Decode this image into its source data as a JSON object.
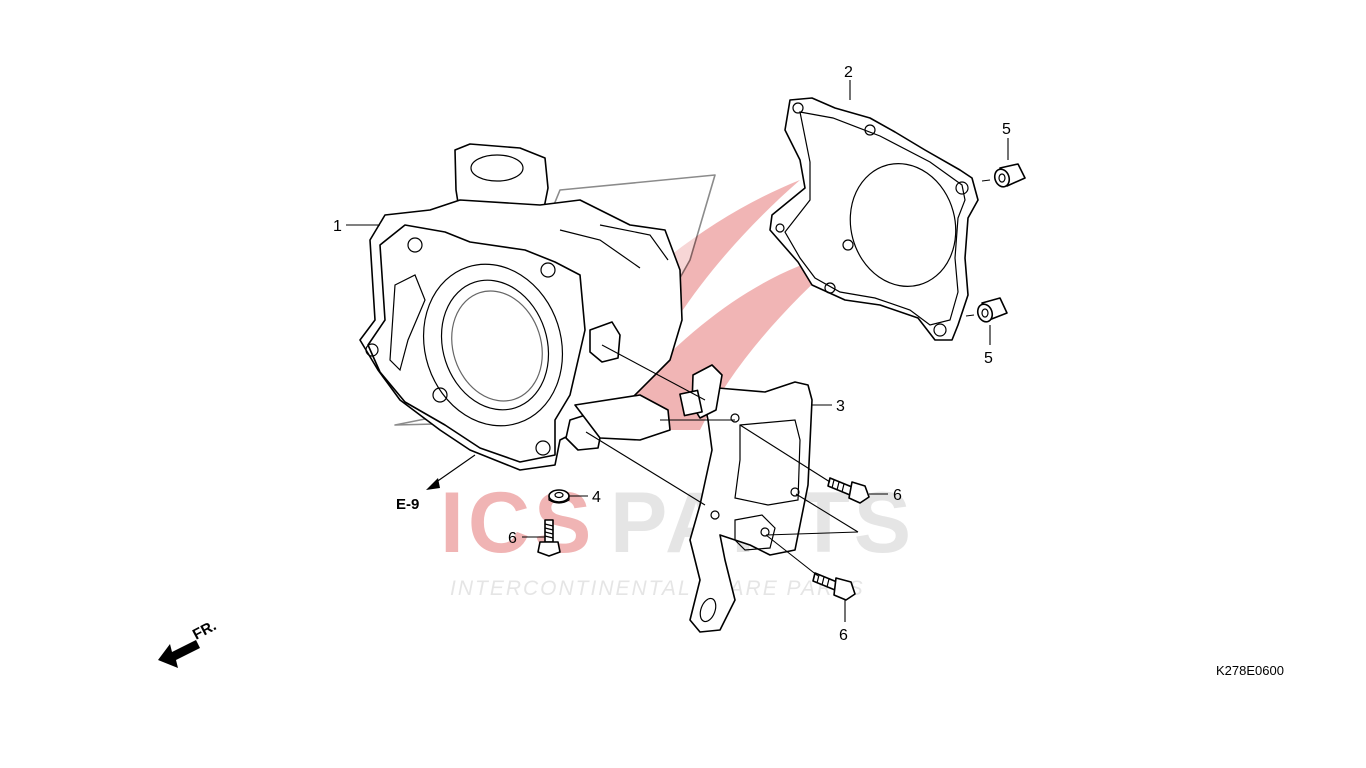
{
  "diagram": {
    "callouts": {
      "c1": "1",
      "c2": "2",
      "c3": "3",
      "c4": "4",
      "c5a": "5",
      "c5b": "5",
      "c6a": "6",
      "c6b": "6",
      "c6c": "6"
    },
    "reference_label": "E-9",
    "front_label": "FR.",
    "drawing_code": "K278E0600"
  },
  "watermark": {
    "logo_text_a": "ICS",
    "logo_text_b": "PARTS",
    "tagline": "INTERCONTINENTAL SPARE PARTS"
  },
  "colors": {
    "line": "#000000",
    "watermark_red": "#e36b6b",
    "watermark_grey": "#cccccc"
  }
}
